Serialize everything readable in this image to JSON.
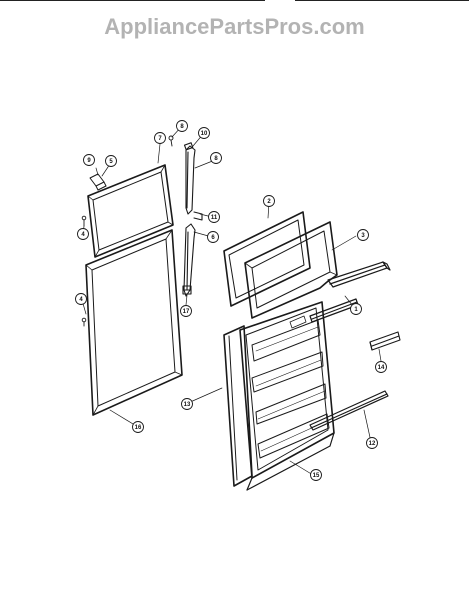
{
  "watermark": "AppliancePartsPros.com",
  "callouts": [
    {
      "id": "c7",
      "label": "7"
    },
    {
      "id": "c8a",
      "label": "8"
    },
    {
      "id": "c10",
      "label": "10"
    },
    {
      "id": "c9",
      "label": "9"
    },
    {
      "id": "c5a",
      "label": "5"
    },
    {
      "id": "c8b",
      "label": "8"
    },
    {
      "id": "c11",
      "label": "11"
    },
    {
      "id": "c6",
      "label": "6"
    },
    {
      "id": "c17",
      "label": "17"
    },
    {
      "id": "c4a",
      "label": "4"
    },
    {
      "id": "c4b",
      "label": "4"
    },
    {
      "id": "c16",
      "label": "16"
    },
    {
      "id": "c2",
      "label": "2"
    },
    {
      "id": "c3",
      "label": "3"
    },
    {
      "id": "c1",
      "label": "1"
    },
    {
      "id": "c14",
      "label": "14"
    },
    {
      "id": "c13",
      "label": "13"
    },
    {
      "id": "c12",
      "label": "12"
    },
    {
      "id": "c15",
      "label": "15"
    }
  ]
}
